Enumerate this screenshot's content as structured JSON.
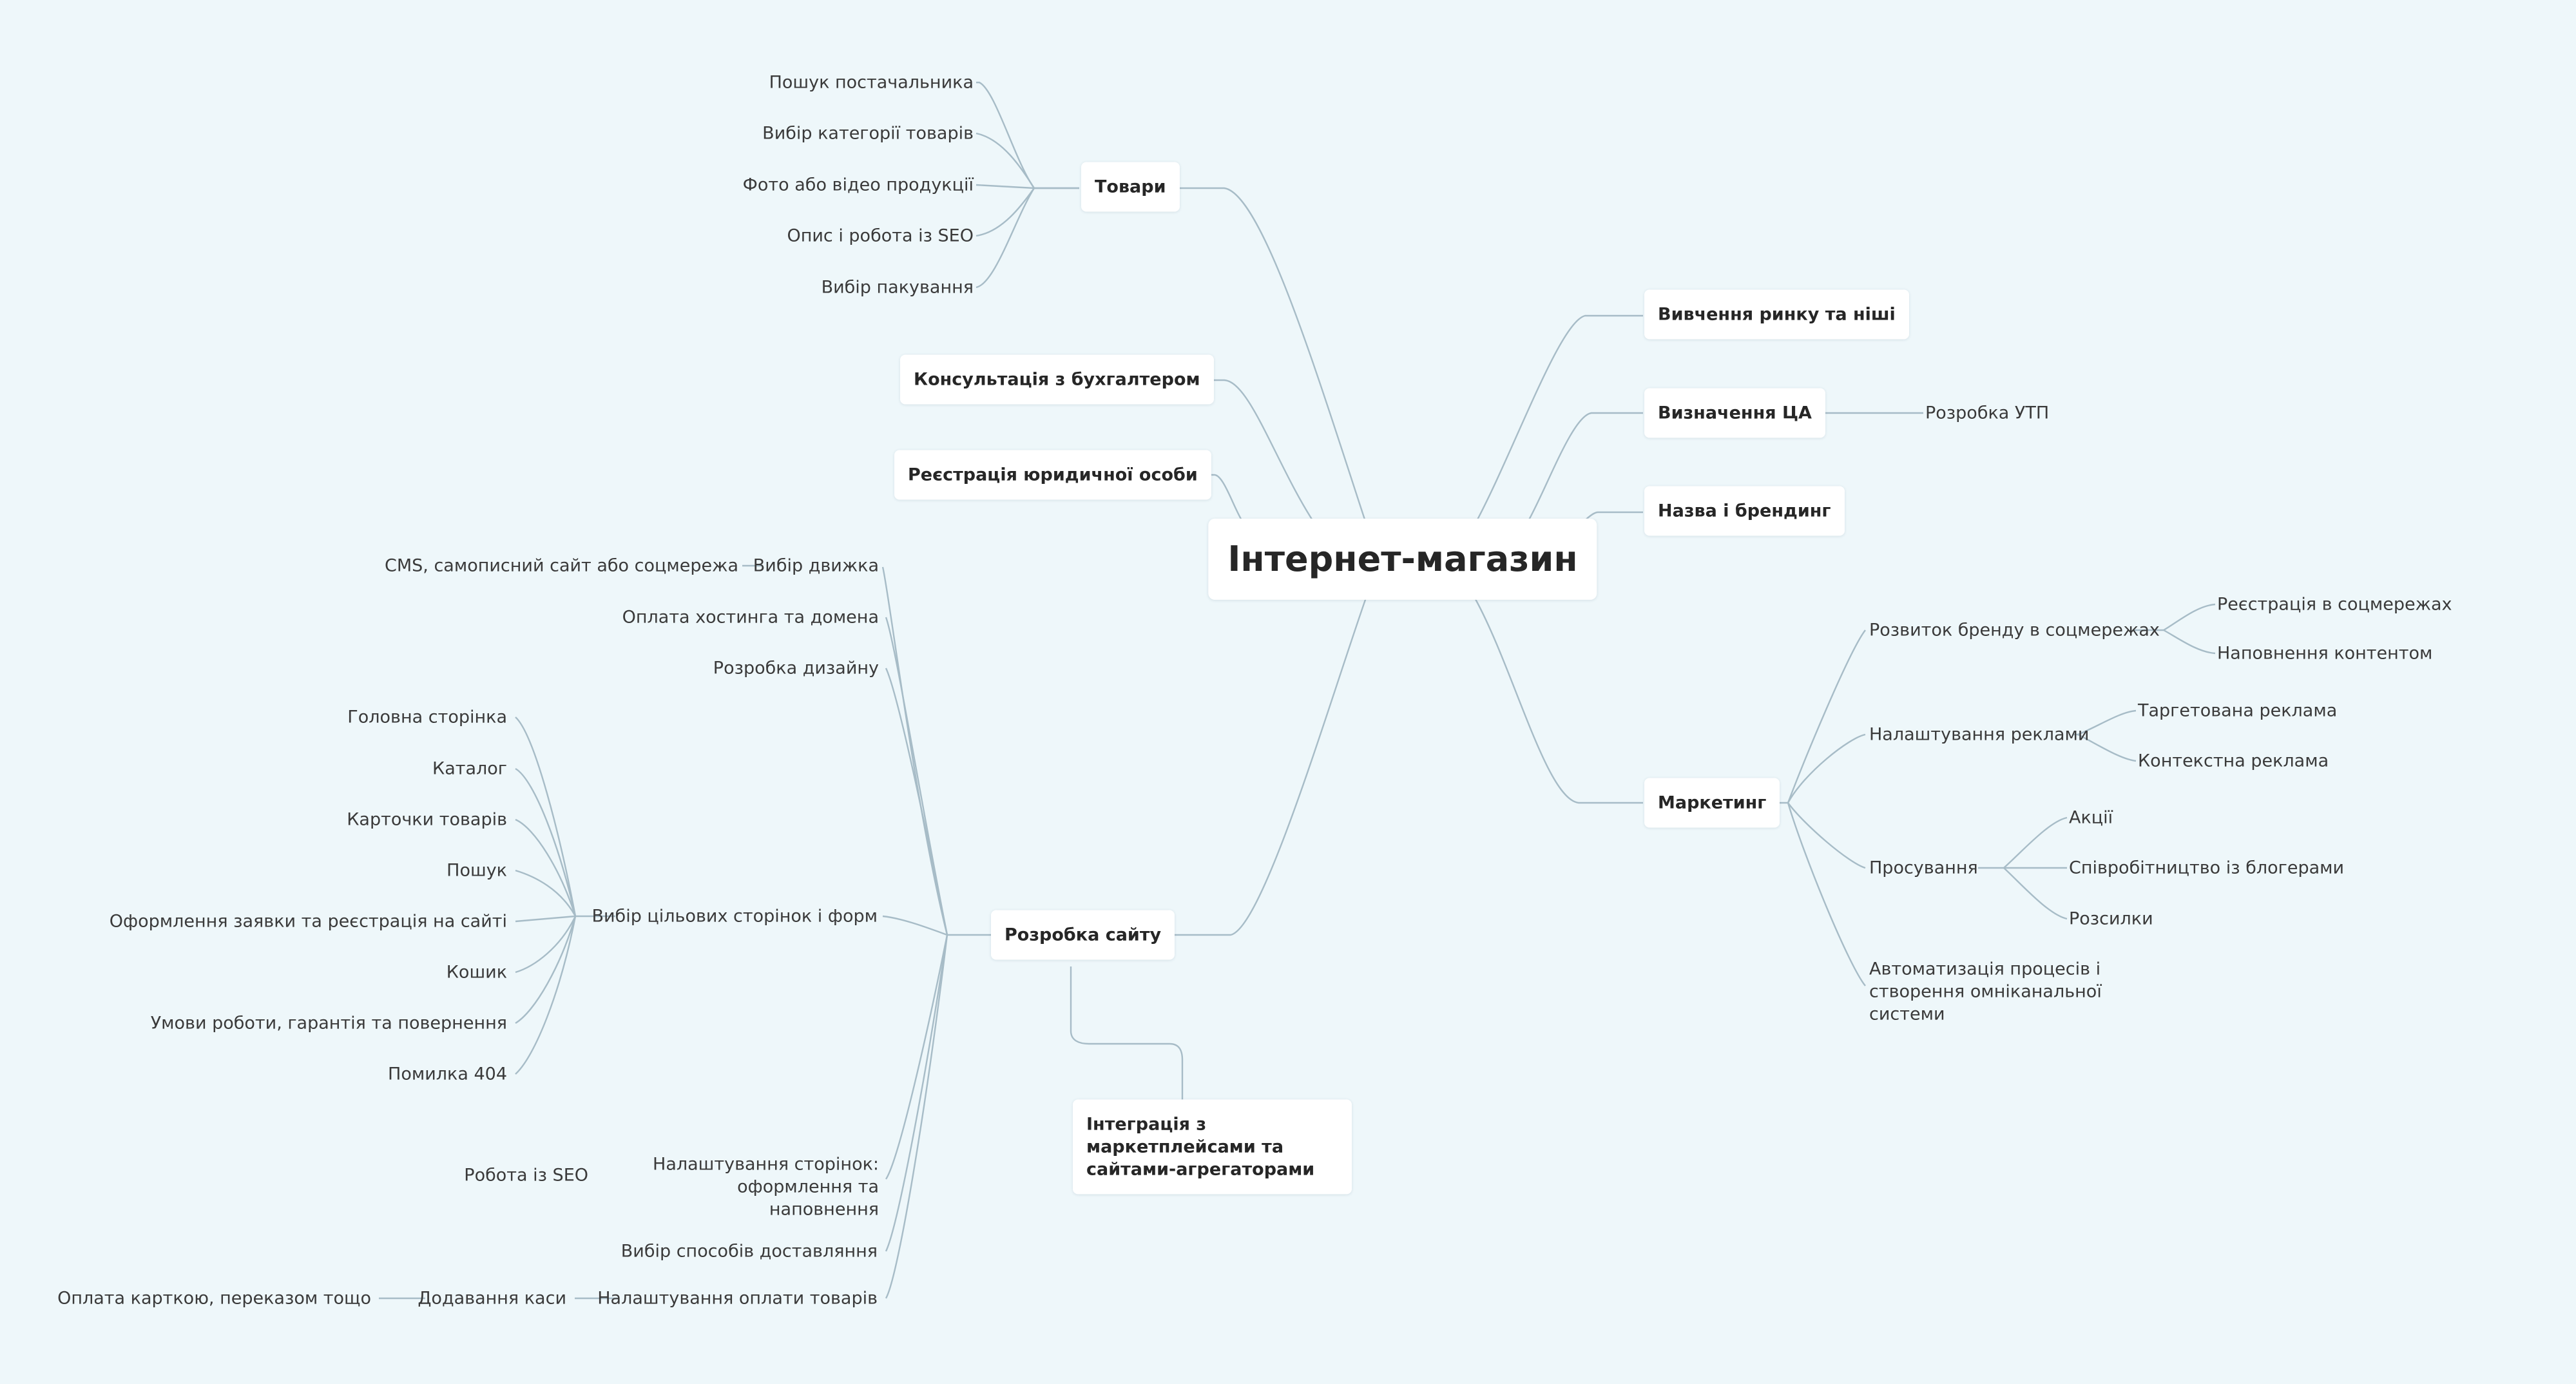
{
  "title": "Інтернет-магазин",
  "nodes": {
    "center": "Інтернет-магазин",
    "tovary": "Товари",
    "tovary_items": [
      "Пошук постачальника",
      "Вибір категорії товарів",
      "Фото або відео продукції",
      "Опис і робота із SEO",
      "Вибір пакування"
    ],
    "buhgalter": "Консультація з бухгалтером",
    "reyestratsiya": "Реєстрація юридичної особи",
    "rozrobka": "Розробка сайту",
    "cms": "CMS, самописний сайт або соцмережа",
    "vybir_dvyzhka": "Вибір движка",
    "hosting": "Оплата хостинга та домена",
    "dyzain": "Розробка дизайну",
    "storinky": "Вибір цільових сторінок і форм",
    "storinky_items": [
      "Головна сторінка",
      "Каталог",
      "Карточки товарів",
      "Пошук",
      "Оформлення заявки та реєстрація на сайті",
      "Кошик",
      "Умови роботи, гарантія та повернення",
      "Помилка 404"
    ],
    "nalashtuvannya_storinok": "Налаштування сторінок: оформлення та наповнення",
    "seo": "Робота із SEO",
    "dostavka": "Вибір способів доставляння",
    "oplata": "Налаштування оплати товарів",
    "kasa": "Додавання каси",
    "kartka": "Оплата карткою, переказом тощо",
    "integratsiya": "Інтеграція з маркетплейсами та сайтами-агрегаторами",
    "rynok": "Вивчення ринку та ніші",
    "tsa": "Визначення ЦА",
    "utp": "Розробка УТП",
    "nazva": "Назва і брендинг",
    "marketing": "Маркетинг",
    "soc": "Розвиток бренду в соцмережах",
    "soc_reg": "Реєстрація в соцмережах",
    "soc_content": "Наповнення контентом",
    "reklama": "Налаштування реклами",
    "target": "Таргетована реклама",
    "kontekst": "Контекстна реклама",
    "prosuvannya": "Просування",
    "aktsii": "Акції",
    "blogery": "Співробітництво із блогерами",
    "rozsylky": "Розсилки",
    "avtomatyzatsiya": "Автоматизація процесів і створення омніканальної системи"
  }
}
